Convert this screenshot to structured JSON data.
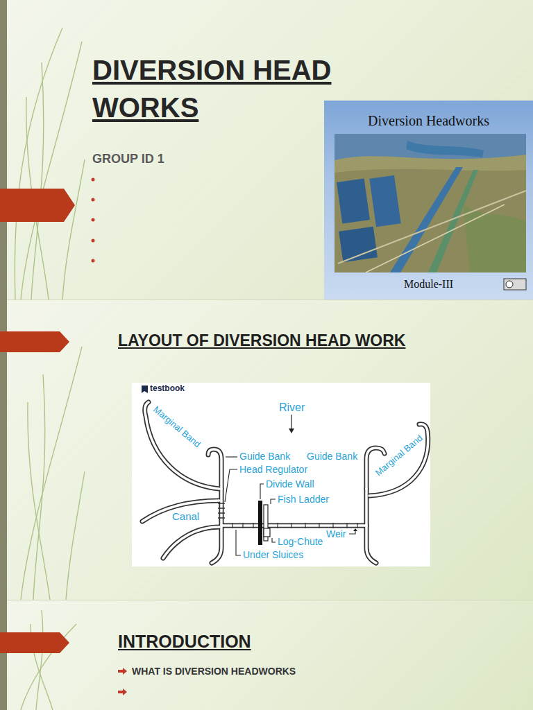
{
  "diagram": {
    "title": "DIVERSION HEAD WORKS",
    "nodes": [
      {
        "text": [
          "Diversion Headworks",
          "Module-III"
        ]
      }
    ],
    "labels": [
      "GROUP ID 1",
      "LAYOUT OF DIVERSION HEAD WORK",
      "testbook",
      "River",
      "Marginal Band",
      "Guide Bank",
      "Head Regulator",
      "Divide Wall",
      "Fish Ladder",
      "Guide Bank",
      "Marginal Band",
      "Canal",
      "Weir",
      "Log-Chute",
      "Under Sluices",
      "INTRODUCTION",
      "WHAT IS DIVERSION HEADWORKS"
    ]
  }
}
